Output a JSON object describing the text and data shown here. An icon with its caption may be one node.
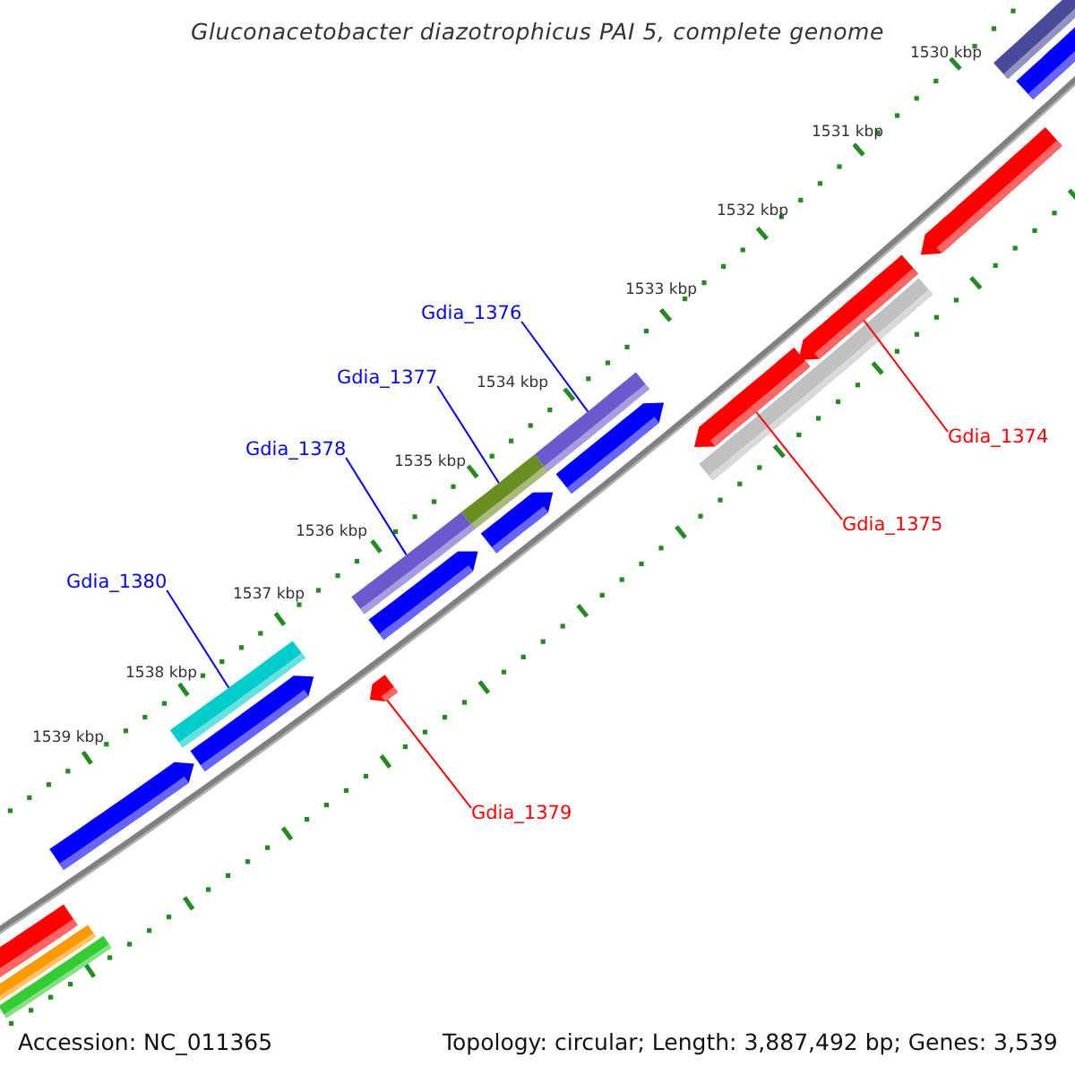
{
  "diagram": {
    "title": "Gluconacetobacter diazotrophicus PAI 5, complete genome",
    "nodes": [
      {
        "text": [
          "Gdia_1376"
        ]
      },
      {
        "text": [
          "Gdia_1377"
        ]
      },
      {
        "text": [
          "Gdia_1374"
        ]
      },
      {
        "text": [
          "Gdia_1378"
        ]
      },
      {
        "text": [
          "Gdia_1375"
        ]
      },
      {
        "text": [
          "Gdia_1380"
        ]
      },
      {
        "text": [
          "Gdia_1379"
        ]
      },
      {
        "text": [],
        "shape": "bar"
      },
      {
        "text": [],
        "shape": "bar"
      },
      {
        "text": [],
        "shape": "bar"
      },
      {
        "text": [],
        "shape": "bar"
      },
      {
        "text": [],
        "shape": "bar"
      },
      {
        "text": [],
        "shape": "bar"
      },
      {
        "text": [],
        "shape": "bar"
      }
    ],
    "edges": [
      {
        "from": 0,
        "to": 7,
        "arrow": "none"
      },
      {
        "from": 1,
        "to": 8,
        "arrow": "none"
      },
      {
        "from": 2,
        "to": 9,
        "arrow": "none",
        "color": "#ff0000"
      },
      {
        "from": 3,
        "to": 10,
        "arrow": "none"
      },
      {
        "from": 4,
        "to": 11,
        "arrow": "none",
        "color": "#ff0000"
      },
      {
        "from": 5,
        "to": 12,
        "arrow": "none"
      },
      {
        "from": 6,
        "to": 13,
        "arrow": "none",
        "color": "#ff0000"
      }
    ],
    "labels": [
      "1530 kbp",
      "1531 kbp",
      "1532 kbp",
      "1533 kbp",
      "1534 kbp",
      "1535 kbp",
      "1536 kbp",
      "1537 kbp",
      "1538 kbp",
      "1539 kbp",
      "Accession: NC_011365",
      "Topology: circular; Length: 3,887,492 bp; Genes: 3,539"
    ]
  }
}
